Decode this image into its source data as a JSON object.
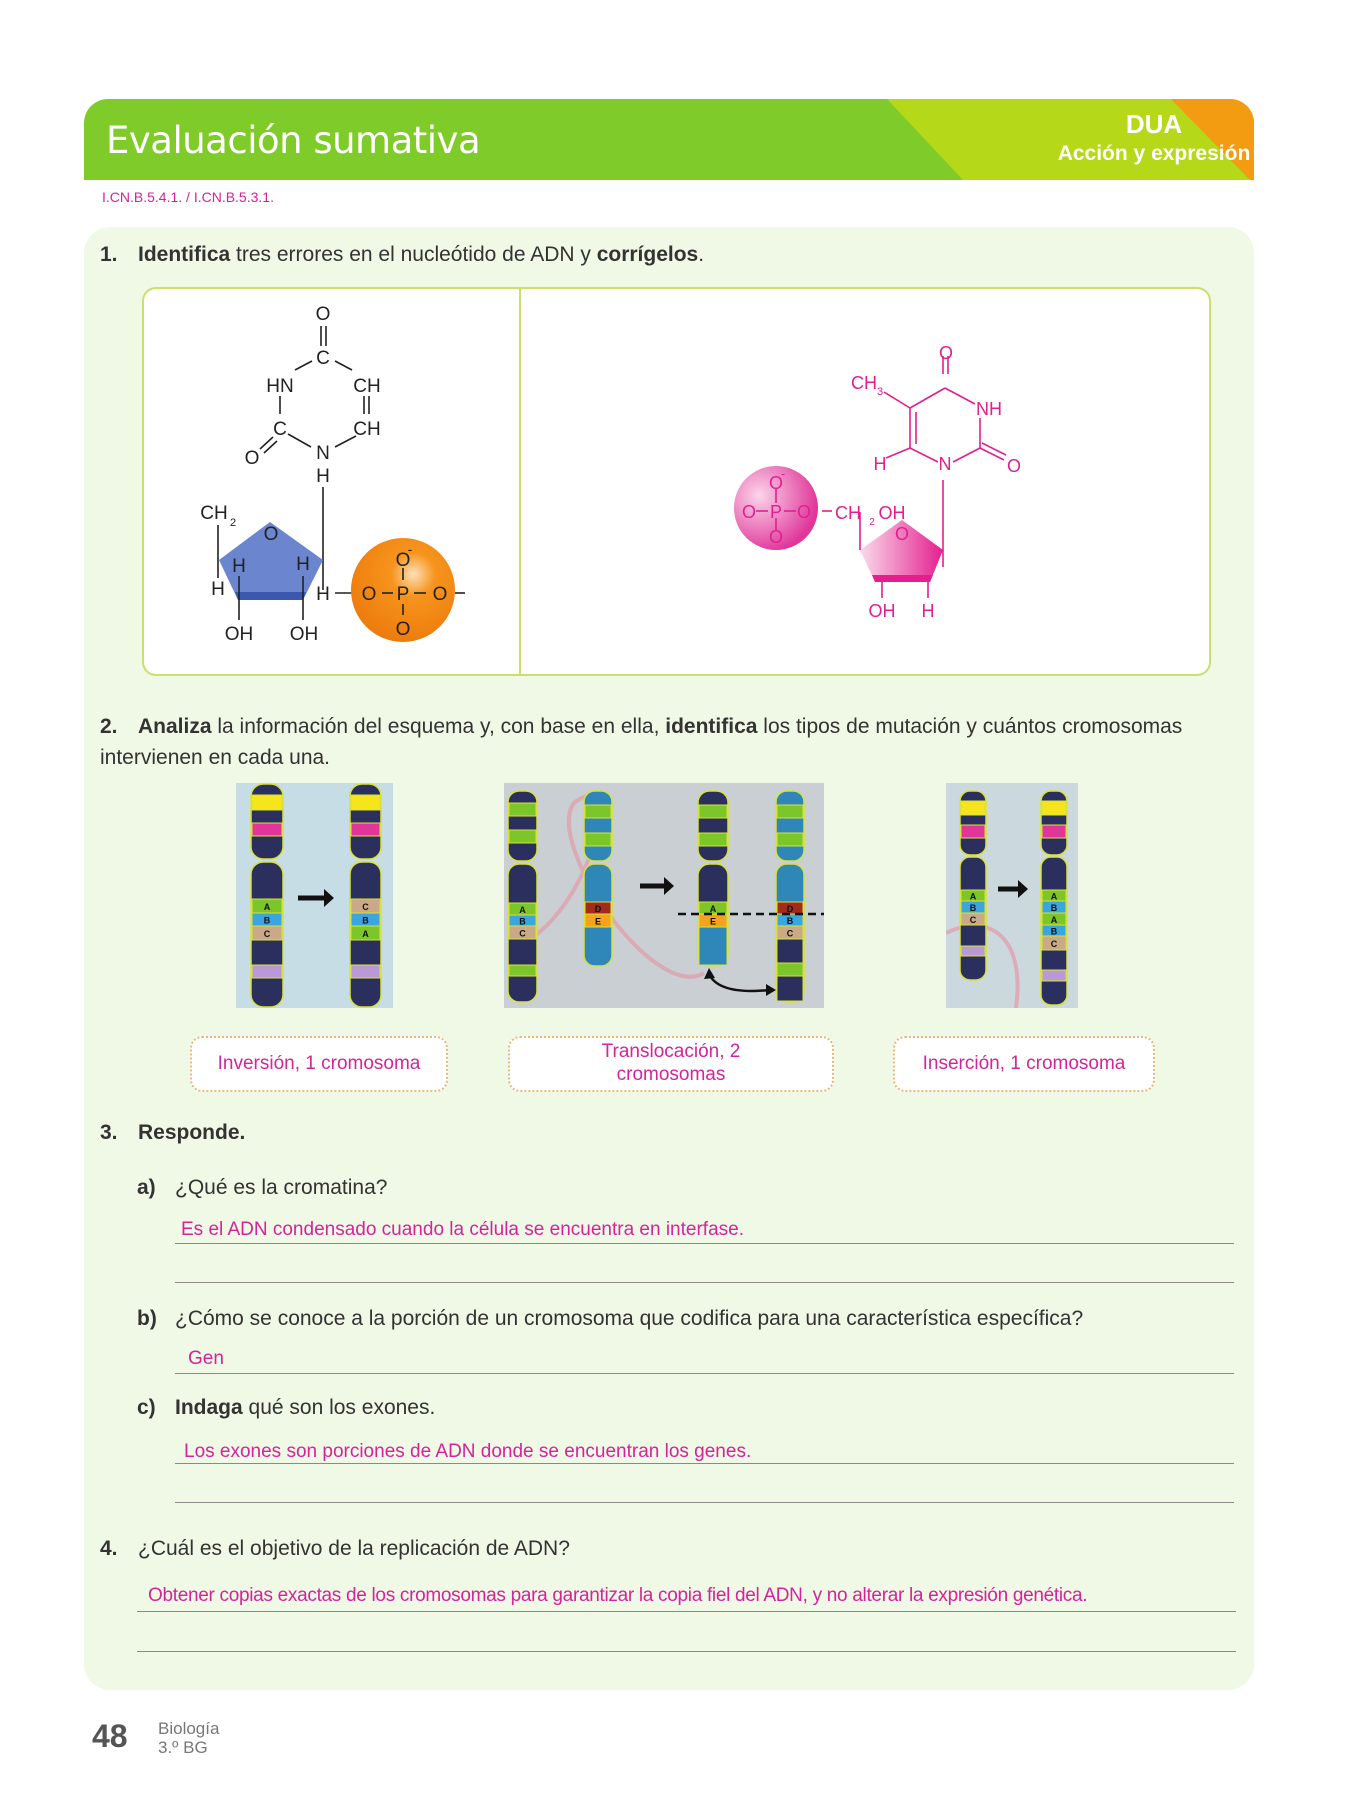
{
  "header": {
    "title": "Evaluación sumativa",
    "badge_title": "DUA",
    "badge_subtitle": "Acción y expresión",
    "colors": {
      "green": "#7ecb2a",
      "lime": "#b5d919",
      "orange": "#f39c12"
    }
  },
  "codes": "I.CN.B.5.4.1. / I.CN.B.5.3.1.",
  "q1": {
    "number": "1.",
    "bold1": "Identifica",
    "text1": " tres errores en el nucleótido de ADN y ",
    "bold2": "corrígelos",
    "text2": ".",
    "left_labels": [
      "O",
      "C",
      "HN",
      "CH",
      "C",
      "CH",
      "O",
      "N",
      "H",
      "CH",
      "2",
      "O",
      "H",
      "H",
      "H",
      "H",
      "OH",
      "OH",
      "O",
      "-",
      "O",
      "P",
      "O",
      "O"
    ],
    "right_labels": [
      "O",
      "CH",
      "3",
      "NH",
      "H",
      "N",
      "O",
      "O",
      "-",
      "O",
      "P",
      "O",
      "O",
      "CH",
      "2",
      "OH",
      "O",
      "OH",
      "H"
    ]
  },
  "q2": {
    "number": "2.",
    "bold1": "Analiza",
    "text1": " la información del esquema y, con base en ella, ",
    "bold2": "identifica",
    "text2": " los tipos de mutación y cuántos cromosomas intervienen en cada una.",
    "answers": [
      "Inversión, 1 cromosoma",
      "Translocación, 2 cromosomas",
      "Inserción, 1 cromosoma"
    ],
    "band_letters": {
      "inversion_before": [
        "A",
        "B",
        "C"
      ],
      "inversion_after": [
        "C",
        "B",
        "A"
      ],
      "translocation_1": [
        "A",
        "B",
        "C"
      ],
      "translocation_2": [
        "D",
        "E"
      ],
      "translocation_3": [
        "A",
        "E"
      ],
      "translocation_4": [
        "D",
        "B",
        "C"
      ],
      "insertion_before": [
        "A",
        "B",
        "C"
      ],
      "insertion_after": [
        "A",
        "B",
        "A",
        "B",
        "C"
      ]
    }
  },
  "q3": {
    "number": "3.",
    "title": "Responde.",
    "a": {
      "letter": "a)",
      "question": "¿Qué es la cromatina?",
      "answer": "Es el ADN condensado cuando la célula se encuentra en interfase."
    },
    "b": {
      "letter": "b)",
      "question": "¿Cómo se conoce a la porción de un cromosoma que codifica para una característica específica?",
      "answer": "Gen"
    },
    "c": {
      "letter": "c)",
      "bold": "Indaga",
      "question": " qué son los exones.",
      "answer": "Los exones son porciones de ADN donde se encuentran los genes."
    }
  },
  "q4": {
    "number": "4.",
    "question": "¿Cuál es el objetivo de la replicación de ADN?",
    "answer": "Obtener copias exactas de los cromosomas para garantizar la copia fiel del ADN, y no alterar la expresión genética."
  },
  "footer": {
    "page": "48",
    "subject": "Biología",
    "grade": "3.º BG"
  }
}
